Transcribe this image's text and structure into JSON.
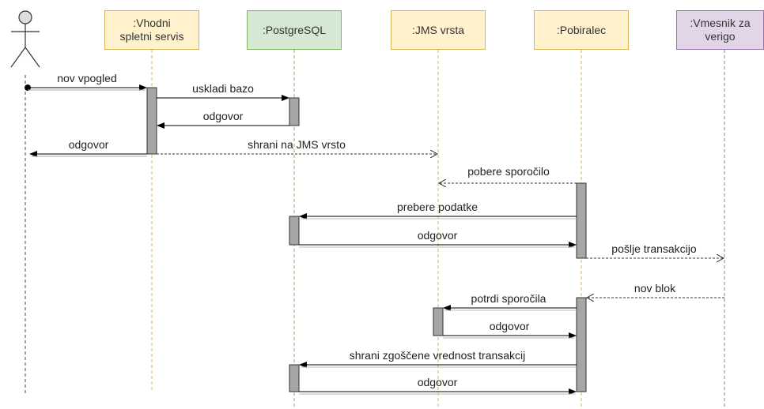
{
  "participants": {
    "gateway": ":Vhodni\nspletni servis",
    "postgres": ":PostgreSQL",
    "jms": ":JMS vrsta",
    "collector": ":Pobiralec",
    "broker": ":Vmesnik za\nverigo"
  },
  "messages": {
    "m1": "nov vpogled",
    "m2": "uskladi bazo",
    "m3": "odgovor",
    "m4": "odgovor",
    "m5": "shrani na JMS vrsto",
    "m6": "pobere sporočilo",
    "m7": "prebere podatke",
    "m8": "odgovor",
    "m9": "pošlje transakcijo",
    "m10": "nov blok",
    "m11": "potrdi sporočila",
    "m12": "odgovor",
    "m13": "shrani zgoščene vrednost transakcij",
    "m14": "odgovor"
  },
  "colors": {
    "yellow_fill": "#fff2cc",
    "yellow_border": "#d6b656",
    "green_fill": "#d5e8d4",
    "green_border": "#82b366",
    "purple_fill": "#e1d5e7",
    "purple_border": "#9673a6",
    "activation": "#a6a6a6"
  }
}
